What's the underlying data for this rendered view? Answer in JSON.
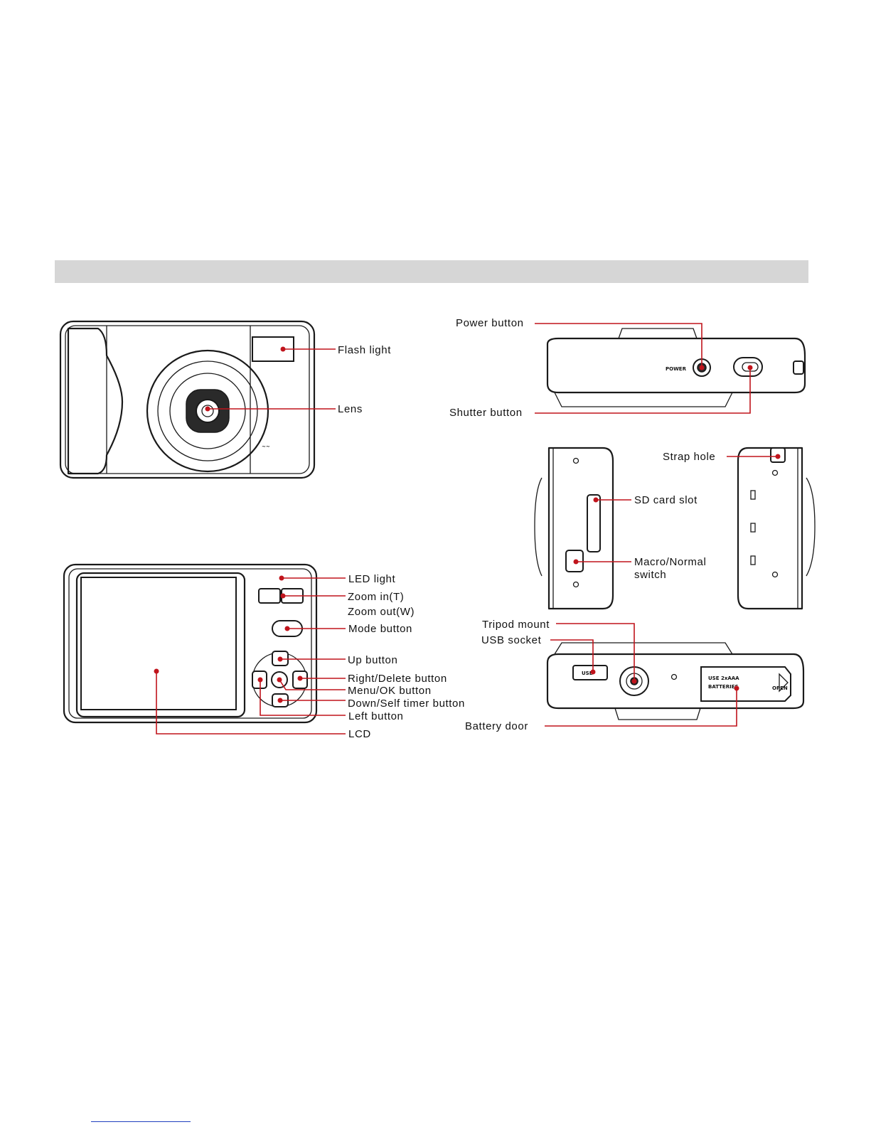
{
  "labels": {
    "flash_light": "Flash light",
    "lens": "Lens",
    "power_button": "Power  button",
    "shutter_button": "Shutter  button",
    "strap_hole": "Strap  hole",
    "sd_card_slot": "SD  card  slot",
    "macro_normal_line1": "Macro/Normal",
    "macro_normal_line2": "switch",
    "led_light": "LED  light",
    "zoom_in": "Zoom  in(T)",
    "zoom_out": "Zoom  out(W)",
    "mode_button": "Mode  button",
    "up_button": "Up  button",
    "right_delete_button": "Right/Delete  button",
    "menu_ok_button": "Menu/OK  button",
    "down_self_timer_button": "Down/Self  timer  button",
    "left_button": "Left  button",
    "lcd": "LCD",
    "tripod_mount": "Tripod  mount",
    "usb_socket": "USB  socket",
    "battery_door": "Battery  door"
  },
  "camera_markings": {
    "power": "POWER",
    "usb": "USB",
    "battery_line1": "USE 2xAAA",
    "battery_line2": "BATTERIES",
    "open": "OPEN"
  },
  "colors": {
    "leader_line": "#c0141c",
    "section_bar": "#d6d6d6",
    "outline": "#1a1a1a"
  }
}
